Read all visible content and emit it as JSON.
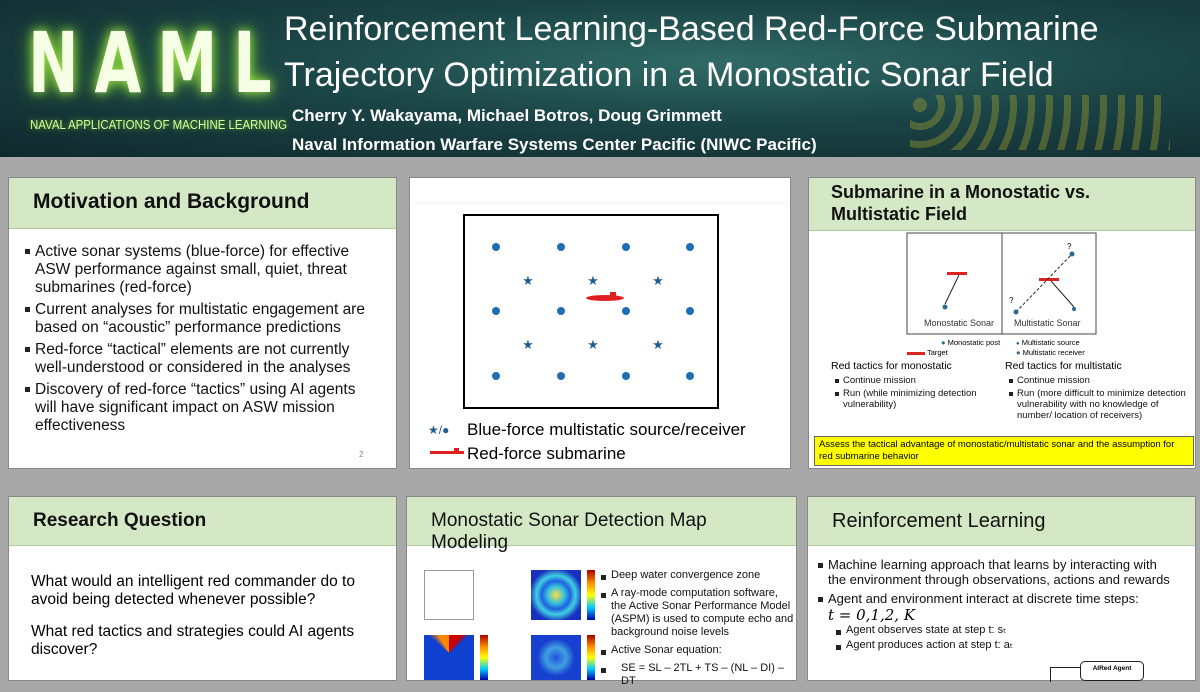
{
  "header": {
    "logo": "NAML",
    "logo_subtitle": "NAVAL APPLICATIONS OF MACHINE LEARNING",
    "title_line1": "Reinforcement Learning-Based Red-Force Submarine",
    "title_line2": "Trajectory Optimization in a Monostatic Sonar Field",
    "authors": "Cherry Y. Wakayama, Michael Botros, Doug Grimmett",
    "organization": "Naval Information Warfare Systems Center Pacific (NIWC Pacific)"
  },
  "motivation": {
    "title": "Motivation and Background",
    "bullets": [
      "Active sonar systems (blue-force) for effective ASW performance against small, quiet, threat submarines (red-force)",
      "Current analyses for multistatic engagement are based on “acoustic” performance predictions",
      "Red-force “tactical” elements are not currently well-understood or considered in the analyses",
      "Discovery of red-force “tactics” using AI agents will have significant impact on ASW mission effectiveness"
    ],
    "page_number": "2"
  },
  "field_figure": {
    "legend_blue": "Blue-force multistatic source/receiver",
    "legend_red": "Red-force submarine",
    "colors": {
      "blue": "#1f6db5",
      "red": "#e02020"
    }
  },
  "mono_multi": {
    "title": "Submarine in a Monostatic vs. Multistatic Field",
    "label_mono": "Monostatic Sonar",
    "label_multi": "Multistatic Sonar",
    "q": "?",
    "legend": [
      "Monostatic post",
      "Target",
      "Multistatic source",
      "Multistatic receiver"
    ],
    "mono_heading": "Red tactics for monostatic",
    "mono_items": [
      "Continue mission",
      "Run (while minimizing detection vulnerability)"
    ],
    "multi_heading": "Red tactics for multistatic",
    "multi_items": [
      "Continue mission",
      "Run (more difficult to minimize detection vulnerability with no knowledge of number/ location of receivers)"
    ],
    "callout": "Assess the tactical advantage of monostatic/multistatic sonar and the assumption for red submarine behavior"
  },
  "research": {
    "title": "Research Question",
    "q1": "What would an intelligent red commander do to avoid being detected whenever possible?",
    "q2": "What red tactics and strategies could AI agents discover?"
  },
  "modeling": {
    "title": "Monostatic Sonar Detection Map Modeling",
    "bullets": [
      "Deep water convergence zone",
      "A ray-mode computation software, the Active Sonar Performance Model (ASPM) is used to compute echo and background noise levels",
      "Active Sonar equation:"
    ],
    "equation": "SE = SL – 2TL + TS – (NL – DI) – DT"
  },
  "rl": {
    "title": "Reinforcement Learning",
    "bullets": [
      "Machine learning approach that learns by interacting with the environment through observations, actions and rewards",
      "Agent and environment interact at discrete time steps:"
    ],
    "time_steps": "t = 0,1,2, K",
    "sub": [
      "Agent observes state at step t: sₜ",
      "Agent produces action at step t: aₜ"
    ],
    "agent_label": "AIRed Agent"
  }
}
